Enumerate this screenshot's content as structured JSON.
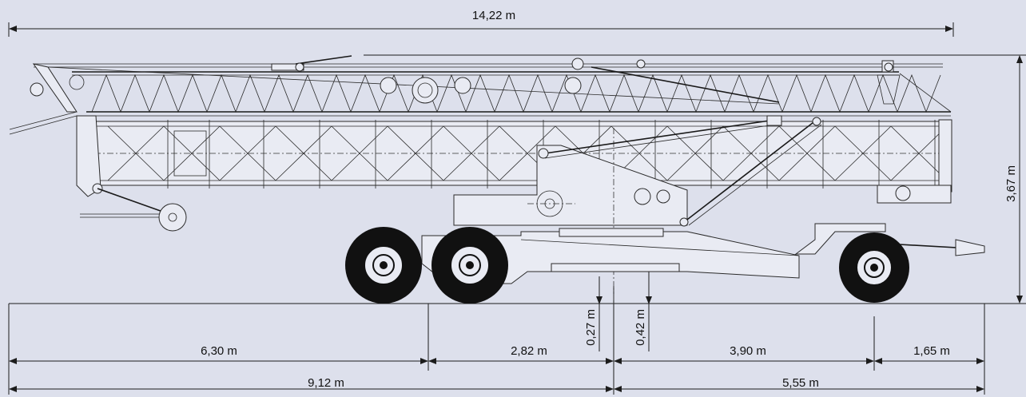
{
  "colors": {
    "background": "#dde0ec",
    "line": "#1c1c1c",
    "tire": "#111111",
    "frame_fill": "#e9ebf3"
  },
  "dimensions": {
    "overall_length": "14,22 m",
    "overall_height": "3,67 m",
    "rear_overhang": "6,30 m",
    "axle_to_pivot": "2,82 m",
    "pivot_to_front_axle": "3,90 m",
    "front_overhang": "1,65 m",
    "rear_section": "9,12 m",
    "front_section": "5,55 m",
    "clearance_rear": "0,27 m",
    "clearance_front": "0,42 m"
  }
}
